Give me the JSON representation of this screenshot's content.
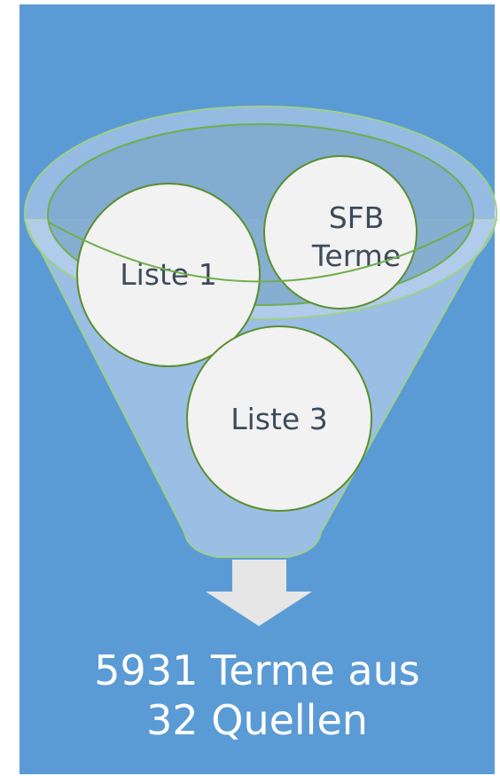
{
  "colors": {
    "background": "#5b9bd5",
    "funnel_fill": "#b7c7e3",
    "funnel_stroke": "#8fcf7a",
    "circle_fill": "#f2f2f2",
    "circle_stroke": "#5b8f2f",
    "circle_text": "#3d4b5a",
    "arrow_fill": "#e6e6e6",
    "caption_text": "#ffffff"
  },
  "funnel": {
    "icon": "funnel-icon"
  },
  "circles": [
    {
      "line1": "Liste 1",
      "line2": ""
    },
    {
      "line1": "SFB",
      "line2": "Terme"
    },
    {
      "line1": "Liste 3",
      "line2": ""
    }
  ],
  "arrow": {
    "icon": "down-arrow-icon"
  },
  "caption": {
    "line1": "5931 Terme aus",
    "line2": "32 Quellen"
  }
}
